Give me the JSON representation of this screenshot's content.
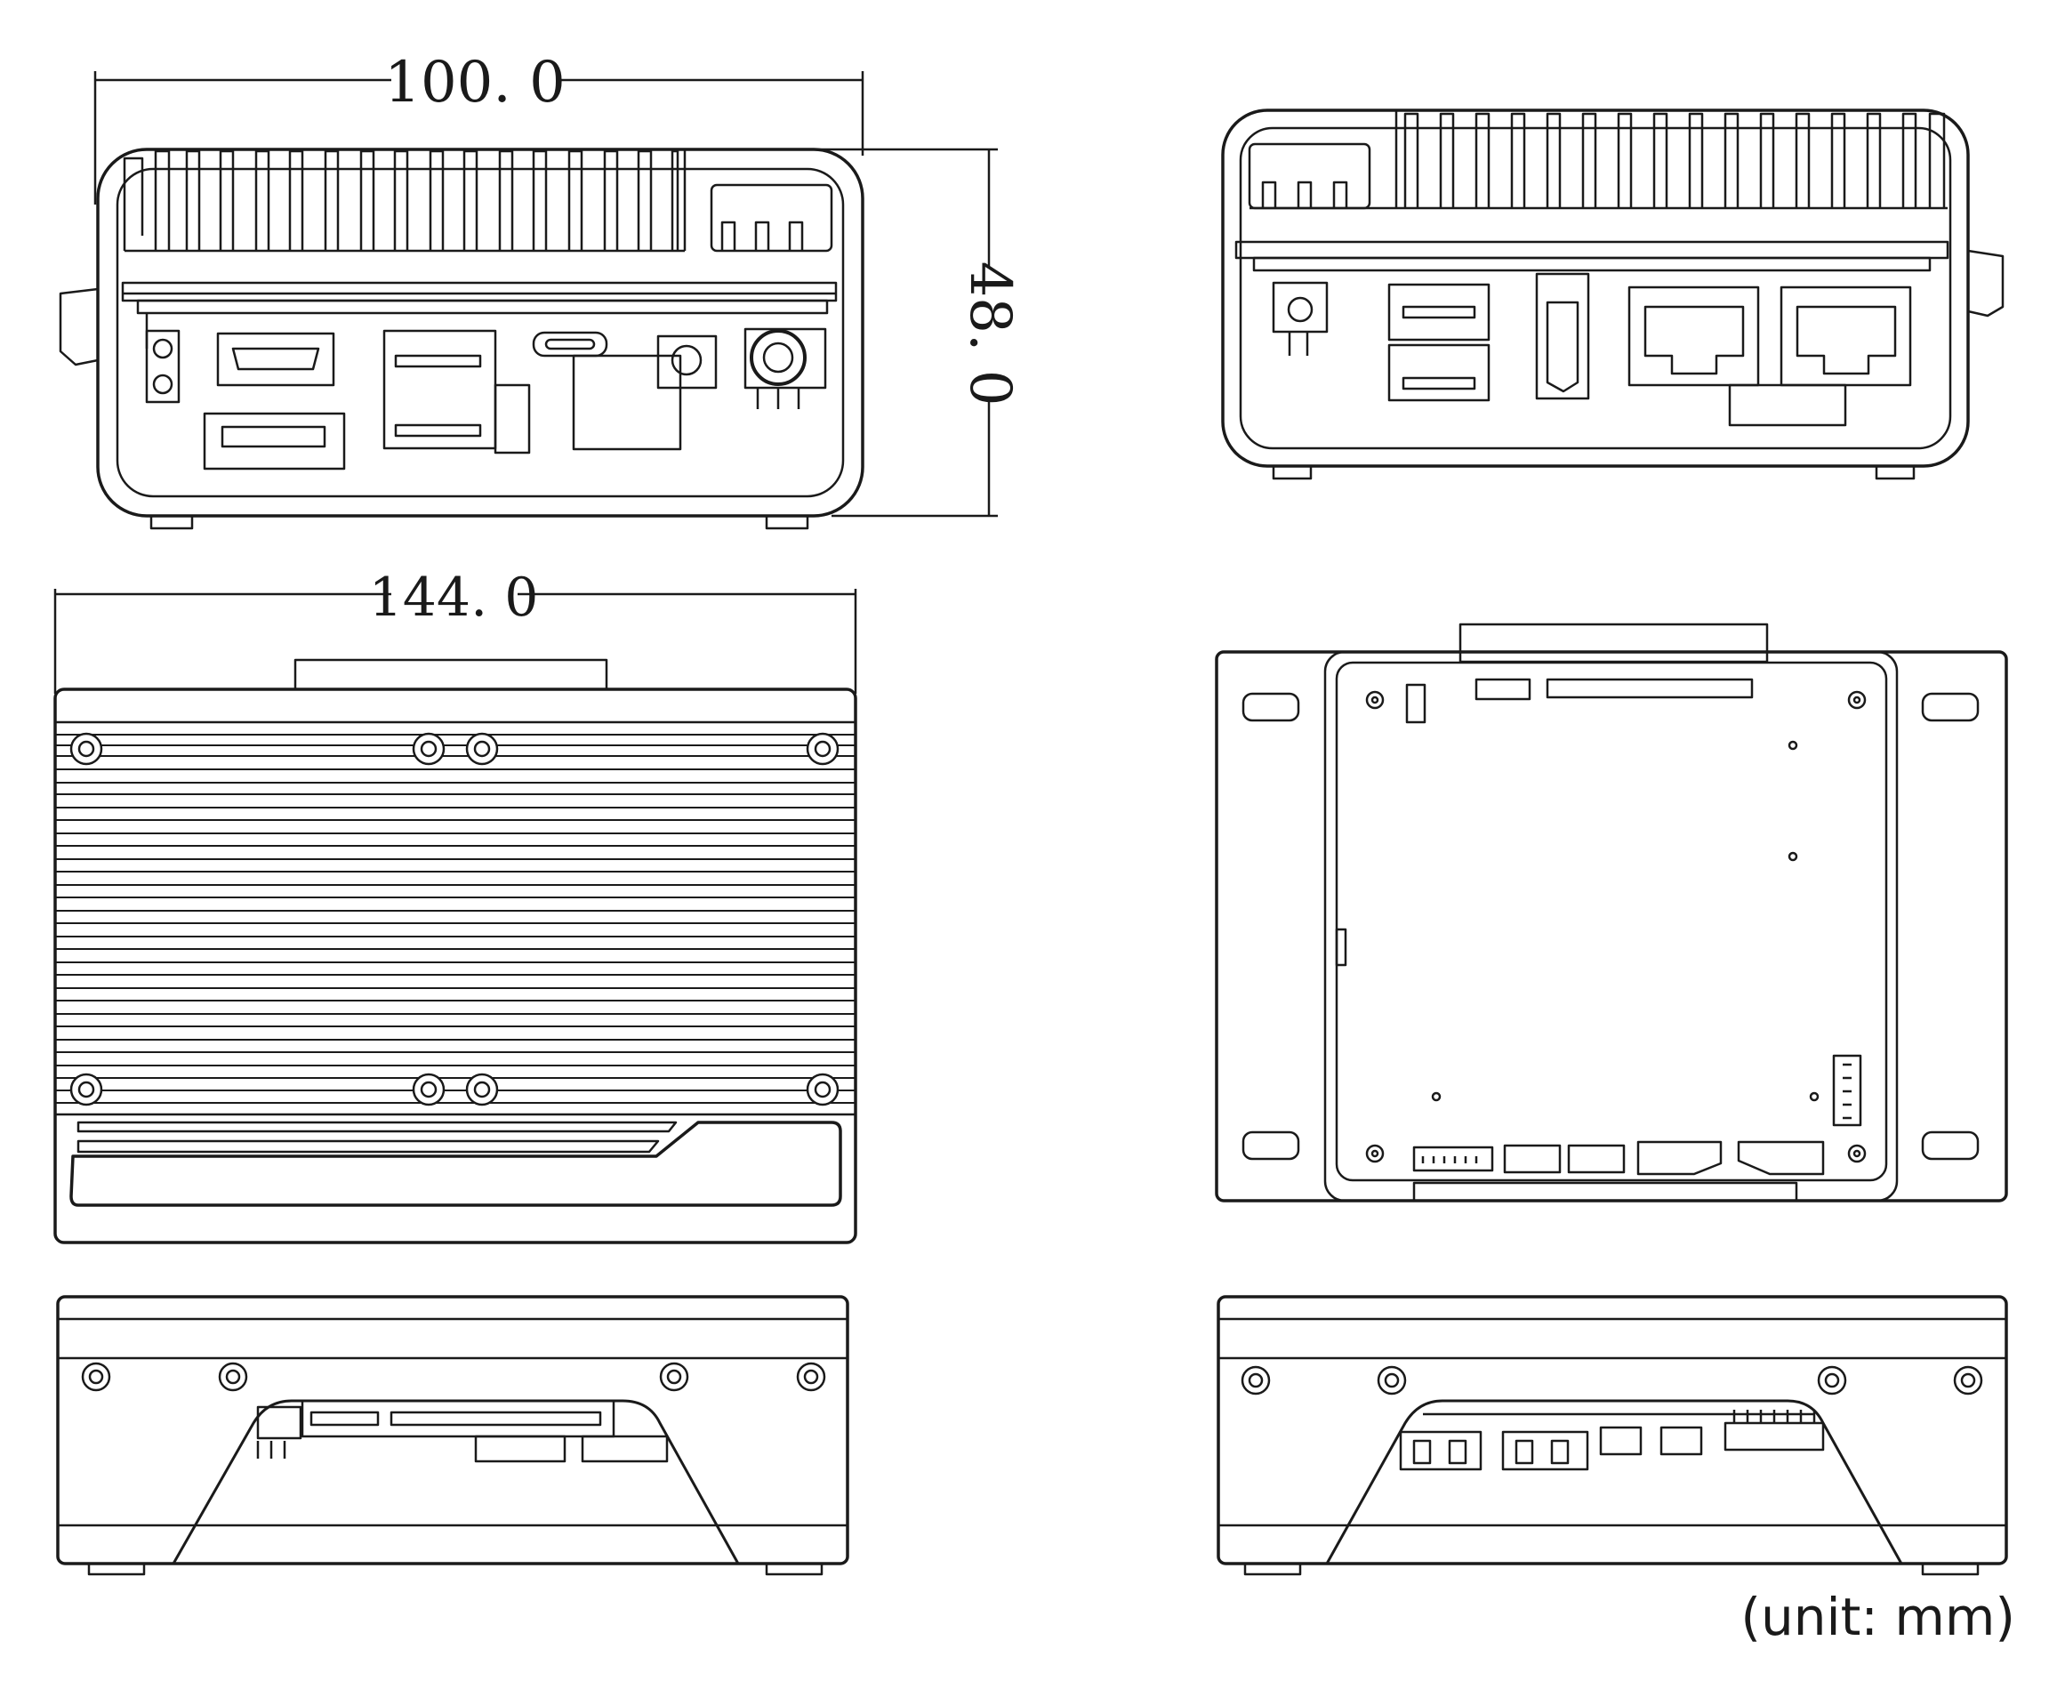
{
  "dimensions": {
    "width": "100. 0",
    "height": "48. 0",
    "length": "144. 0"
  },
  "unit_note": "(unit: mm)"
}
